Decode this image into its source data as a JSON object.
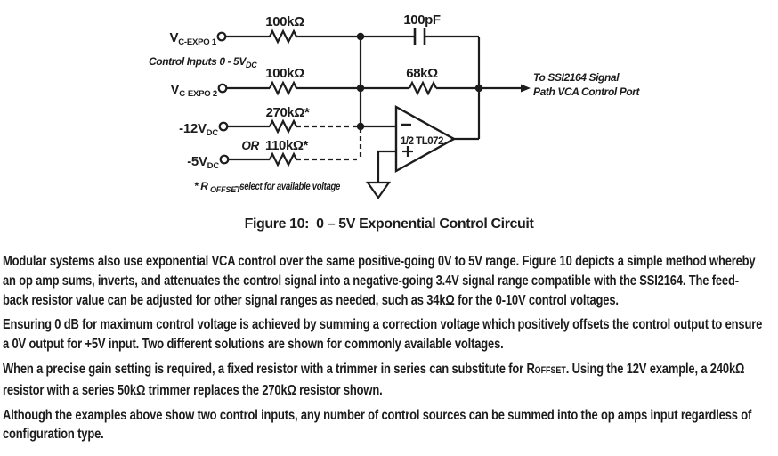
{
  "colors": {
    "ink": "#1c1c1c",
    "background": "#ffffff"
  },
  "circuit": {
    "input1": {
      "main": "V",
      "sub": "C-EXPO 1"
    },
    "input2": {
      "main": "V",
      "sub": "C-EXPO 2"
    },
    "input3": {
      "main": "-12V",
      "sub": "DC"
    },
    "input4": {
      "main": "-5V",
      "sub": "DC"
    },
    "control_note": {
      "main": "Control Inputs 0 - 5V",
      "sub": "DC"
    },
    "r1": "100kΩ",
    "r2": "100kΩ",
    "r3": "270kΩ*",
    "r3_or": "OR",
    "r4": "110kΩ*",
    "rf": "68kΩ",
    "cf": "100pF",
    "opamp": "1/2 TL072",
    "output_label_line1": "To SSI2164 Signal",
    "output_label_line2": "Path VCA Control Port",
    "footnote": {
      "pre": "* R",
      "sub": "OFFSET",
      "post": " - select for available voltage"
    }
  },
  "figure": {
    "caption": "Figure 10:  0 – 5V Exponential Control Circuit"
  },
  "paragraphs": {
    "p1": [
      "Modular systems also use exponential VCA control over the same positive-going 0V to 5V range. Figure 10 depicts a simple method whereby",
      "an op amp sums, inverts, and attenuates the control signal into a negative-going 3.4V signal range compatible with the SSI2164. The feed-",
      "back resistor value can be adjusted for other signal ranges as needed, such as 34kΩ for the 0-10V control voltages."
    ],
    "p2": [
      "Ensuring 0 dB for maximum control voltage is achieved by summing a correction voltage which positively offsets the control output to ensure",
      "a 0V output for +5V input. Two different solutions are shown for commonly available voltages."
    ],
    "p3_l1": {
      "pre": "When a precise gain setting is required, a fixed resistor with a trimmer in series can substitute for R",
      "sub": "OFFSET",
      "post": ". Using the 12V example, a 240kΩ"
    },
    "p3_l2": "resistor with a series 50kΩ trimmer replaces the 270kΩ resistor shown.",
    "p4": [
      "Although the examples above show two control inputs, any number of control sources can be summed into the op amps input regardless of",
      "configuration type."
    ]
  }
}
